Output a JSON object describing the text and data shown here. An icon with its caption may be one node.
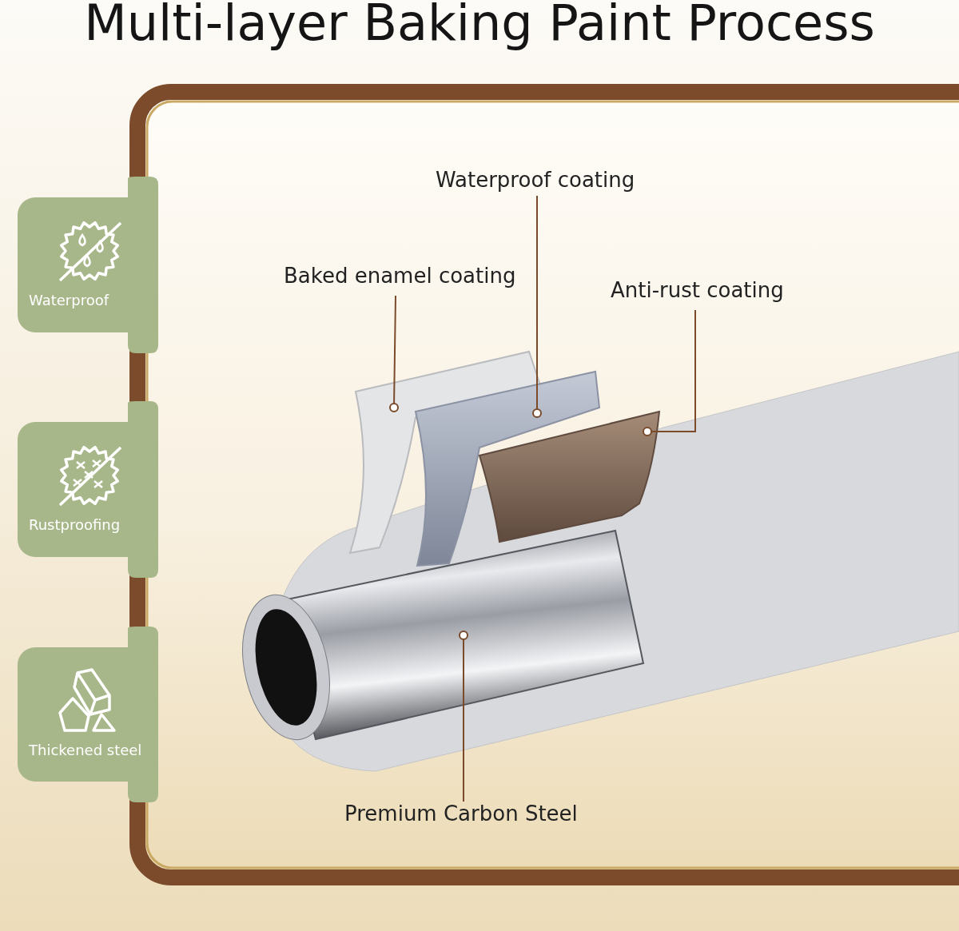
{
  "diagram": {
    "title": "Multi-layer Baking Paint Process",
    "nodes": [
      {
        "text": [
          "Waterproof"
        ]
      },
      {
        "text": [
          "Rustproofing"
        ]
      },
      {
        "text": [
          "Thickened steel"
        ]
      },
      {
        "text": [
          "Waterproof coating"
        ]
      },
      {
        "text": [
          "Baked enamel coating"
        ]
      },
      {
        "text": [
          "Anti-rust coating"
        ]
      },
      {
        "text": [
          "Premium Carbon Steel"
        ]
      },
      {
        "text": [],
        "shape": "picture"
      },
      {
        "text": [],
        "shape": "picture"
      },
      {
        "text": [],
        "shape": "picture"
      },
      {
        "text": [],
        "shape": "picture"
      }
    ],
    "edges": [
      {
        "from": 3,
        "to": 8,
        "arrow": "other"
      },
      {
        "from": 4,
        "to": 7,
        "arrow": "other"
      },
      {
        "from": 5,
        "to": 9,
        "arrow": "other"
      },
      {
        "from": 6,
        "to": 10,
        "arrow": "other"
      }
    ]
  }
}
